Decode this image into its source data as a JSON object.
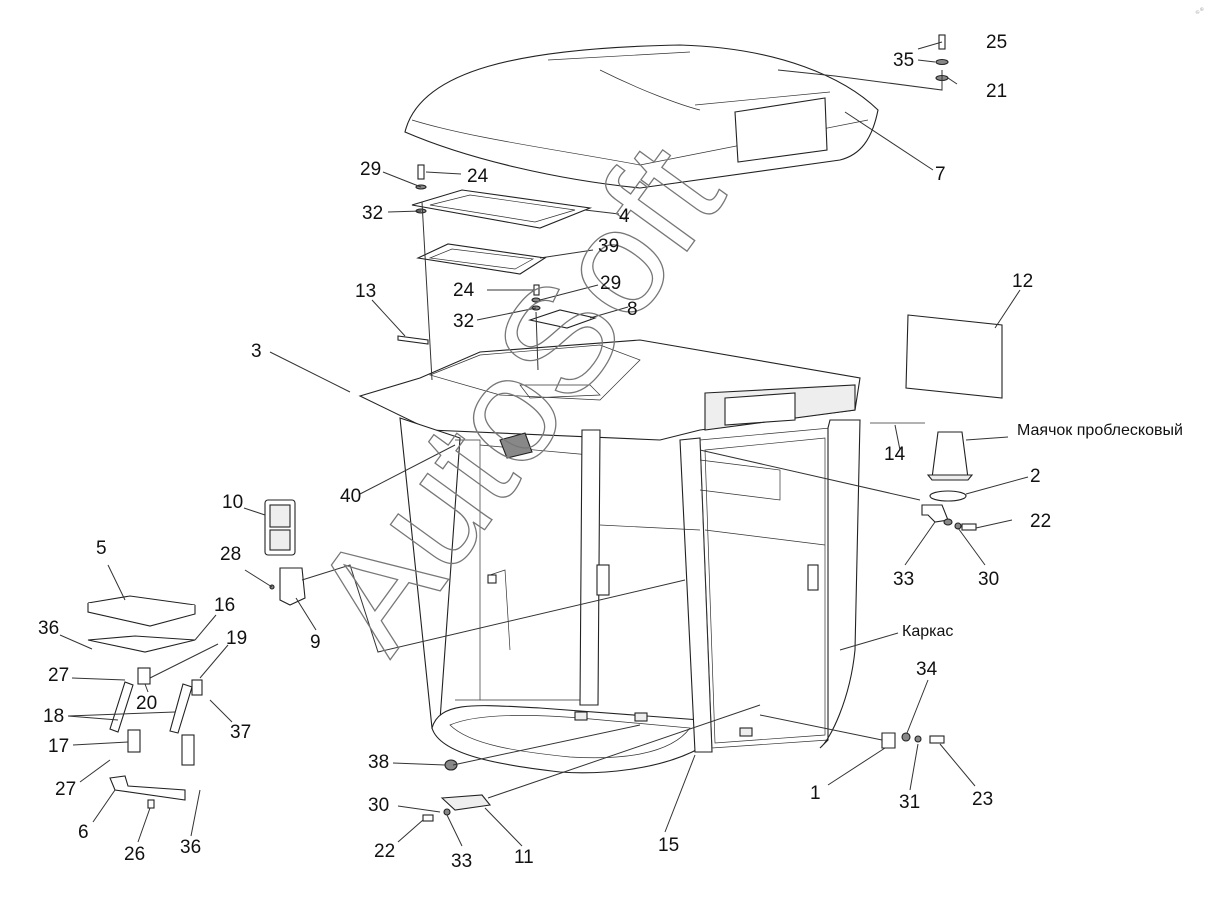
{
  "diagram": {
    "watermark": "AutoSoft",
    "corner_mark": "© ®",
    "parts": {
      "p1": "1",
      "p2": "2",
      "p3": "3",
      "p4": "4",
      "p5": "5",
      "p6": "6",
      "p7": "7",
      "p8": "8",
      "p9": "9",
      "p10": "10",
      "p11": "11",
      "p12": "12",
      "p13": "13",
      "p14": "14",
      "p15": "15",
      "p16": "16",
      "p17": "17",
      "p18": "18",
      "p19": "19",
      "p20": "20",
      "p21": "21",
      "p22a": "22",
      "p22b": "22",
      "p23": "23",
      "p24a": "24",
      "p24b": "24",
      "p25": "25",
      "p26": "26",
      "p27a": "27",
      "p27b": "27",
      "p28": "28",
      "p29a": "29",
      "p29b": "29",
      "p30a": "30",
      "p30b": "30",
      "p31": "31",
      "p32a": "32",
      "p32b": "32",
      "p33a": "33",
      "p33b": "33",
      "p34": "34",
      "p35": "35",
      "p36a": "36",
      "p36b": "36",
      "p37": "37",
      "p38": "38",
      "p39": "39",
      "p40": "40"
    },
    "named_labels": {
      "beacon": "Маячок проблесковый",
      "frame": "Каркас"
    }
  }
}
